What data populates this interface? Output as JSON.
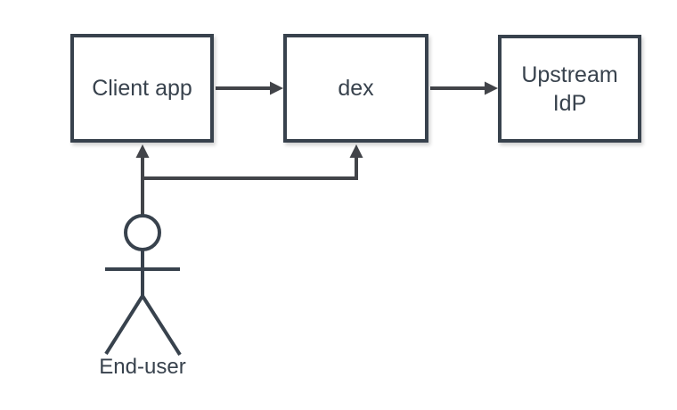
{
  "diagram": {
    "background": "#ffffff",
    "colors": {
      "node_border": "#38424d",
      "node_fill": "#ffffff",
      "label_text": "#38424d",
      "connector": "#424449",
      "actor": "#38424d"
    },
    "nodes": [
      {
        "id": "client-app",
        "label": "Client app"
      },
      {
        "id": "dex",
        "label": "dex"
      },
      {
        "id": "upstream-idp",
        "label": "Upstream\nIdP"
      }
    ],
    "actor": {
      "id": "end-user",
      "label": "End-user"
    },
    "edges": [
      {
        "from": "client-app",
        "to": "dex",
        "type": "arrow"
      },
      {
        "from": "dex",
        "to": "upstream-idp",
        "type": "arrow"
      },
      {
        "from": "end-user",
        "to": "client-app",
        "type": "arrow"
      },
      {
        "from": "end-user",
        "to": "dex",
        "type": "arrow"
      }
    ]
  }
}
